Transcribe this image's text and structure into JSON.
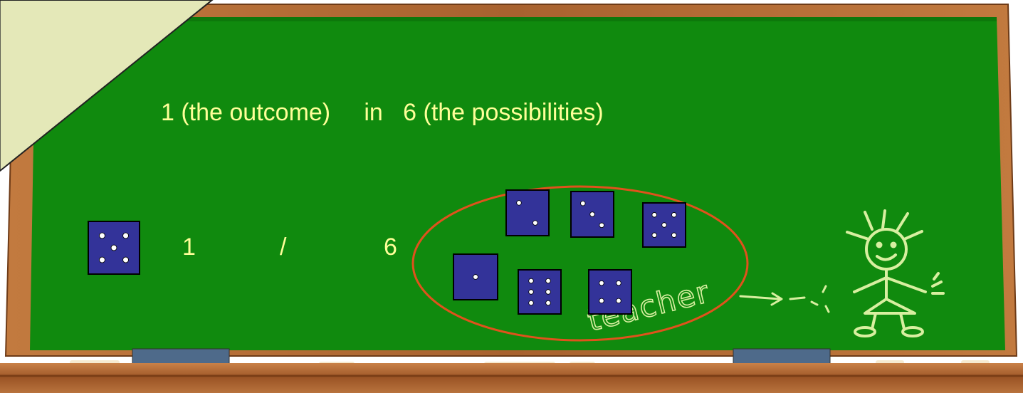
{
  "slide": {
    "headline": "1 (the outcome)     in   6 (the possibilities)",
    "fraction": {
      "numerator": "1",
      "slash": "/",
      "denominator": "6"
    },
    "chalk_doodle_text": "teacher"
  },
  "dice": {
    "outcome_face": 5,
    "possibilities_faces": [
      2,
      3,
      5,
      1,
      6,
      4
    ]
  },
  "colors": {
    "board": "#108a0e",
    "frame": "#b06a35",
    "chalk_text": "#ffff99",
    "die_face": "#333399",
    "highlight_ellipse": "#e0521c",
    "corner_note": "#e4e8b8"
  }
}
